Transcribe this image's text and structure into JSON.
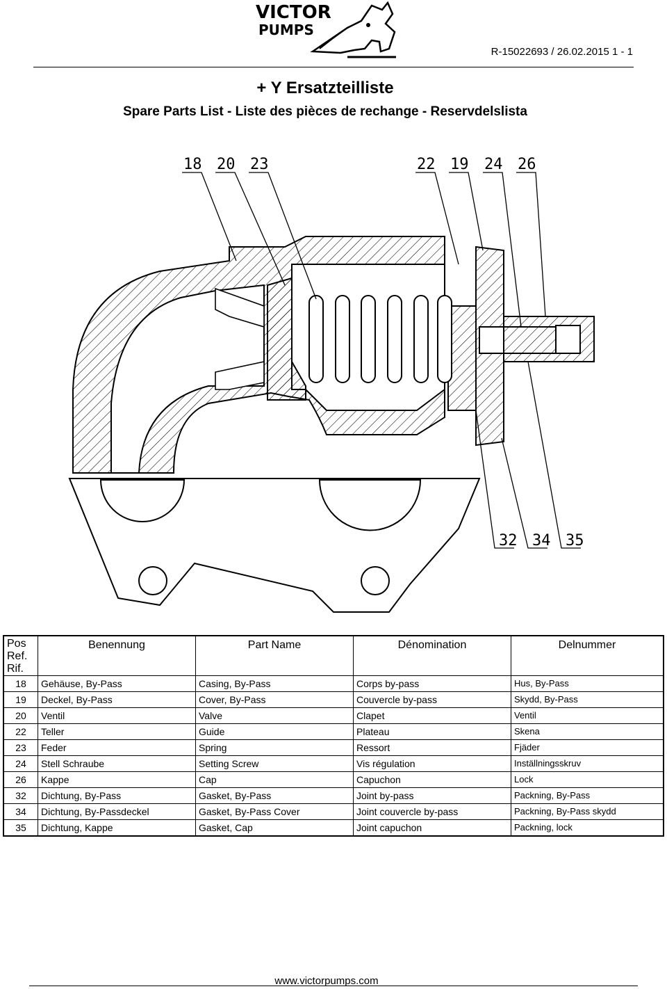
{
  "header": {
    "logo_text_line1": "VICTOR",
    "logo_text_line2": "PUMPS",
    "doc_ref": "R-15022693 / 26.02.2015 1 - 1",
    "title": "+ Y Ersatzteilliste",
    "subtitle": "Spare Parts List - Liste des pièces de rechange - Reservdelslista"
  },
  "drawing": {
    "callouts_top": [
      "18",
      "20",
      "23",
      "22",
      "19",
      "24",
      "26"
    ],
    "callouts_bottom": [
      "32",
      "34",
      "35"
    ]
  },
  "table": {
    "headers": {
      "pos": "Pos",
      "pos2": "Ref.",
      "pos3": "Rif.",
      "de": "Benennung",
      "en": "Part Name",
      "fr": "Dénomination",
      "sv": "Delnummer"
    },
    "rows": [
      {
        "pos": "18",
        "de": "Gehäuse, By-Pass",
        "en": "Casing, By-Pass",
        "fr": "Corps by-pass",
        "sv": "Hus, By-Pass"
      },
      {
        "pos": "19",
        "de": "Deckel, By-Pass",
        "en": "Cover, By-Pass",
        "fr": "Couvercle by-pass",
        "sv": "Skydd, By-Pass"
      },
      {
        "pos": "20",
        "de": "Ventil",
        "en": "Valve",
        "fr": "Clapet",
        "sv": "Ventil"
      },
      {
        "pos": "22",
        "de": "Teller",
        "en": "Guide",
        "fr": "Plateau",
        "sv": "Skena"
      },
      {
        "pos": "23",
        "de": "Feder",
        "en": "Spring",
        "fr": "Ressort",
        "sv": "Fjäder"
      },
      {
        "pos": "24",
        "de": "Stell Schraube",
        "en": "Setting Screw",
        "fr": "Vis régulation",
        "sv": "Inställningsskruv"
      },
      {
        "pos": "26",
        "de": "Kappe",
        "en": "Cap",
        "fr": "Capuchon",
        "sv": "Lock"
      },
      {
        "pos": "32",
        "de": "Dichtung, By-Pass",
        "en": "Gasket, By-Pass",
        "fr": "Joint by-pass",
        "sv": "Packning, By-Pass"
      },
      {
        "pos": "34",
        "de": "Dichtung, By-Passdeckel",
        "en": "Gasket, By-Pass Cover",
        "fr": "Joint couvercle by-pass",
        "sv": "Packning, By-Pass skydd"
      },
      {
        "pos": "35",
        "de": "Dichtung, Kappe",
        "en": "Gasket, Cap",
        "fr": "Joint capuchon",
        "sv": "Packning, lock"
      }
    ]
  },
  "footer": {
    "url": "www.victorpumps.com"
  }
}
